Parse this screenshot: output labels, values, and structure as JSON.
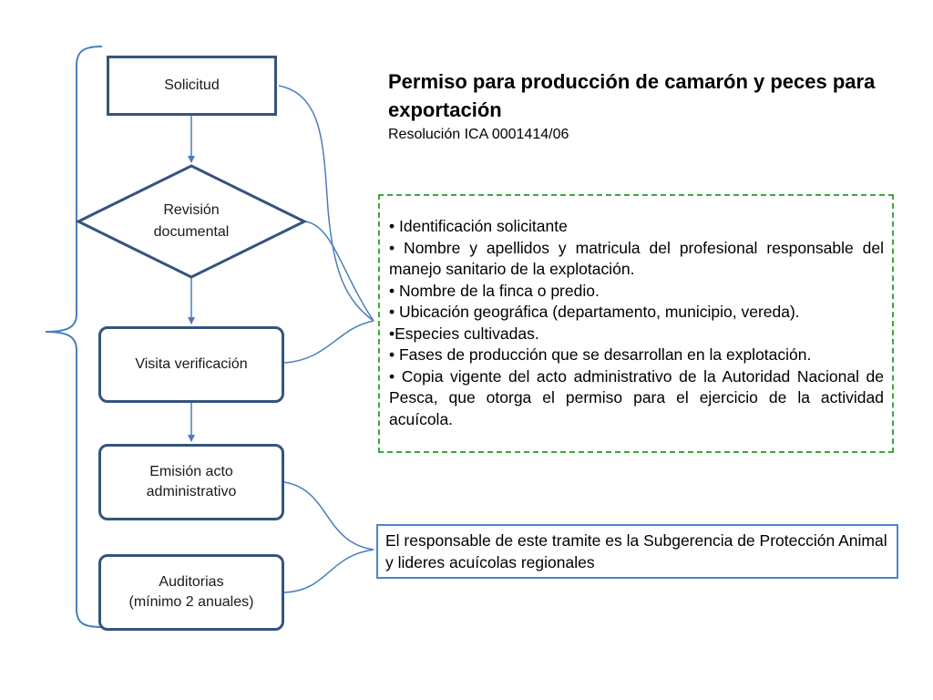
{
  "title": "Permiso para producción de camarón y peces para exportación",
  "subtitle": "Resolución ICA  0001414/06",
  "steps": {
    "solicitud": "Solicitud",
    "revision_line1": "Revisión",
    "revision_line2": "documental",
    "visita": "Visita verificación",
    "emision_line1": "Emisión acto",
    "emision_line2": "administrativo",
    "auditorias_line1": "Auditorias",
    "auditorias_line2": "(mínimo 2 anuales)"
  },
  "requirements": [
    "• Identificación solicitante",
    "• Nombre y apellidos y matricula del profesional responsable del manejo sanitario de la explotación.",
    "• Nombre de la finca o predio.",
    "• Ubicación geográfica (departamento, municipio, vereda).",
    "•Especies cultivadas.",
    "• Fases de producción que se desarrollan en la explotación.",
    "• Copia vigente del acto administrativo de la Autoridad Nacional de Pesca, que otorga el permiso para el ejercicio de la actividad acuícola."
  ],
  "responsible": "El responsable de este tramite es la Subgerencia de Protección Animal y lideres acuícolas regionales",
  "colors": {
    "node_border": "#34547e",
    "connector": "#4a7ebb",
    "requirements_border": "#3aa83a",
    "responsible_border": "#4d86c6"
  }
}
